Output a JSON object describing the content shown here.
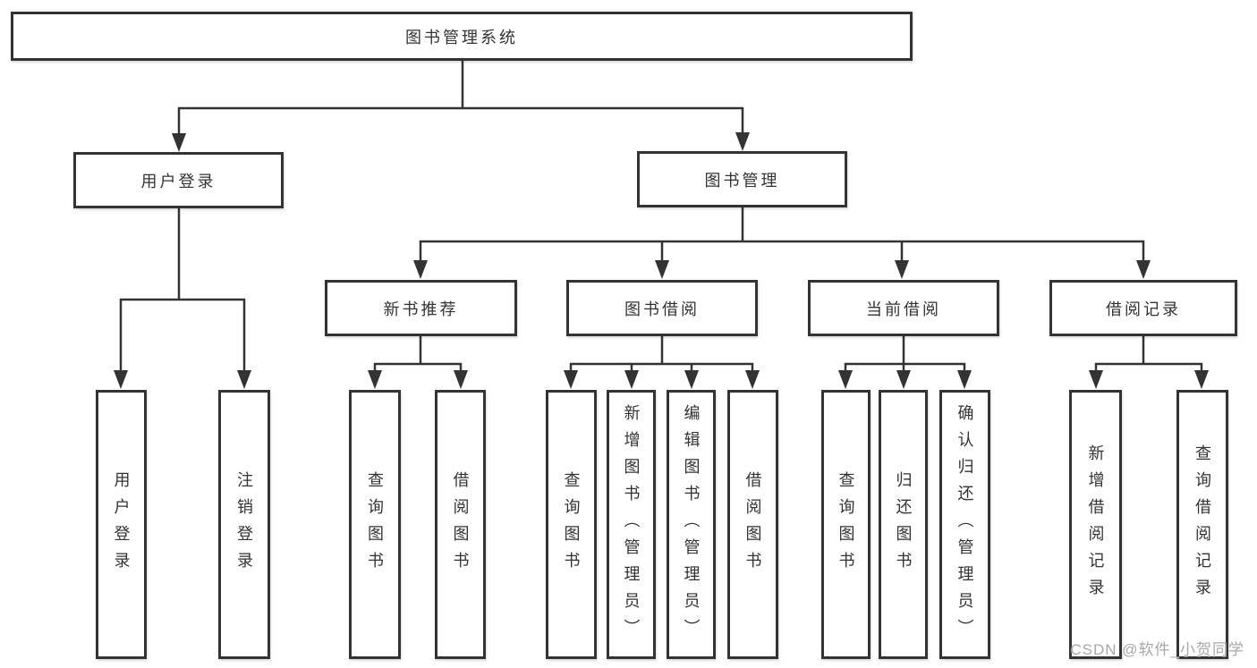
{
  "page": {
    "background": "#ffffff",
    "line_color": "#333333",
    "box_border_color": "#333333",
    "text_color": "#333333"
  },
  "diagram": {
    "root": {
      "label": "图书管理系统"
    },
    "level2": [
      {
        "label": "用户登录"
      },
      {
        "label": "图书管理"
      }
    ],
    "level3": [
      {
        "label": "新书推荐",
        "parent": "图书管理"
      },
      {
        "label": "图书借阅",
        "parent": "图书管理"
      },
      {
        "label": "当前借阅",
        "parent": "图书管理"
      },
      {
        "label": "借阅记录",
        "parent": "图书管理"
      }
    ],
    "leaves": [
      {
        "label": "用户登录",
        "parent": "用户登录"
      },
      {
        "label": "注销登录",
        "parent": "用户登录"
      },
      {
        "label": "查询图书",
        "parent": "新书推荐"
      },
      {
        "label": "借阅图书",
        "parent": "新书推荐"
      },
      {
        "label": "查询图书",
        "parent": "图书借阅"
      },
      {
        "label": "新增图书（管理员）",
        "parent": "图书借阅"
      },
      {
        "label": "编辑图书（管理员）",
        "parent": "图书借阅"
      },
      {
        "label": "借阅图书",
        "parent": "图书借阅"
      },
      {
        "label": "查询图书",
        "parent": "当前借阅"
      },
      {
        "label": "归还图书",
        "parent": "当前借阅"
      },
      {
        "label": "确认归还（管理员）",
        "parent": "当前借阅"
      },
      {
        "label": "新增借阅记录",
        "parent": "借阅记录"
      },
      {
        "label": "查询借阅记录",
        "parent": "借阅记录"
      }
    ]
  },
  "watermark": {
    "text": "CSDN @软件_小贺同学",
    "color": "#a8a8a8"
  }
}
